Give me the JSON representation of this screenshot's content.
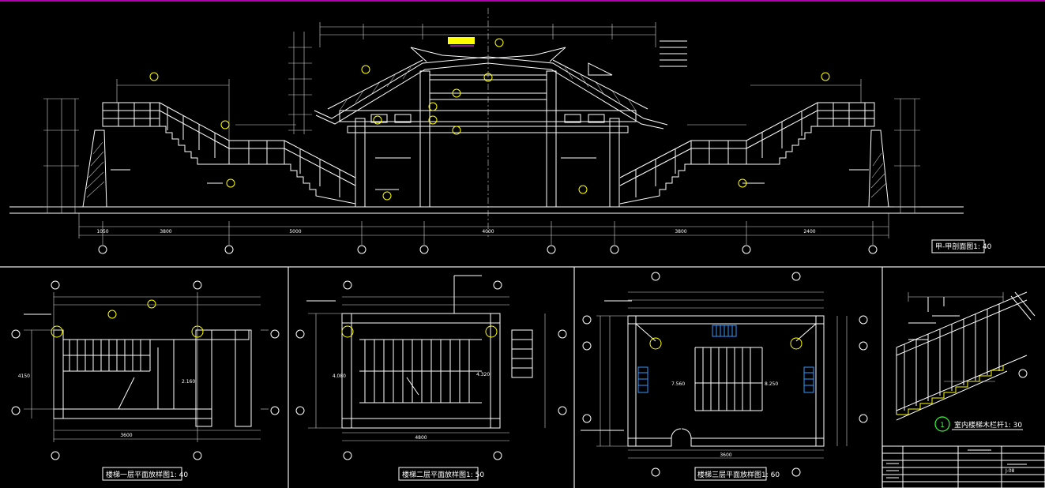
{
  "colors": {
    "background": "#000000",
    "line": "#ffffff",
    "accent_top_bar": "#b000b0",
    "callout": "#ffff00",
    "highlight": "#ffff00",
    "detail_marker": "#33ff33"
  },
  "section": {
    "title": "甲-甲剖面图1: 40"
  },
  "plans": {
    "plan1_title": "楼梯一层平面放样图1: 40",
    "plan2_title": "楼梯二层平面放样图1: 50",
    "plan3_title": "楼梯三层平面放样图1: 60"
  },
  "detail": {
    "number": "1",
    "title": "室内楼梯木栏杆1: 30"
  },
  "dimensions": {
    "section_bottom_a": "1050",
    "section_bottom_b": "3800",
    "section_bottom_c": "5000",
    "section_bottom_d": "4000",
    "section_bottom_e": "3800",
    "section_bottom_f": "2400",
    "plan1_width": "3600",
    "plan1_depth": "4150",
    "plan1_level": "2.160",
    "plan2_width": "4800",
    "plan2_level_left": "4.080",
    "plan2_level_right": "4.320",
    "plan3_width": "3600",
    "plan3_level_left": "7.560",
    "plan3_level_right": "8.250"
  },
  "title_block": {
    "sheet_number": "J-08"
  }
}
